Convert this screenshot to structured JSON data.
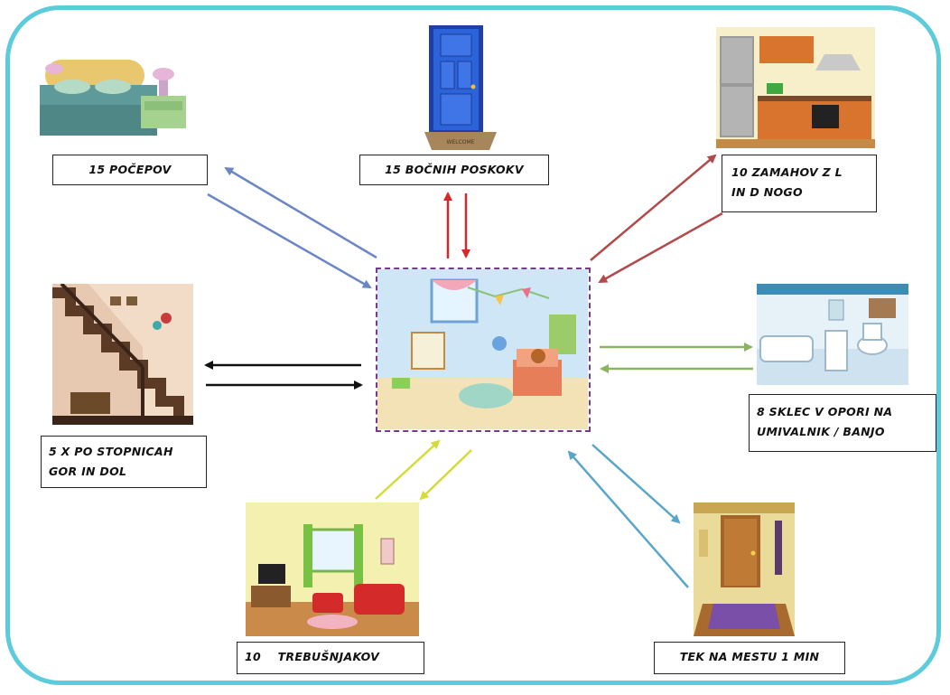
{
  "center": {
    "name": "kids-room"
  },
  "rooms": [
    {
      "id": "bedroom",
      "label": "15 POČEPOV",
      "arrow_color": "#6b86c4"
    },
    {
      "id": "door",
      "label": "15 BOČNIH POSKOKV",
      "arrow_color": "#d62828",
      "mat_text": "WELCOME"
    },
    {
      "id": "kitchen",
      "label": "10 ZAMAHOV Z L\nIN D NOGO",
      "arrow_color": "#b24a4a"
    },
    {
      "id": "bathroom",
      "label": "8 SKLEC V OPORI NA\nUMIVALNIK / BANJO",
      "arrow_color": "#8cb264"
    },
    {
      "id": "hallway",
      "label": "TEK NA MESTU 1 MIN",
      "arrow_color": "#5aa6c8"
    },
    {
      "id": "livingroom",
      "label": "10    TREBUŠNJAKOV",
      "arrow_color": "#d4dc3c"
    },
    {
      "id": "staircase",
      "label": "5 X PO STOPNICAH\nGOR IN DOL",
      "arrow_color": "#111111"
    }
  ],
  "colors": {
    "frame": "#5ccbdc",
    "center_border": "#7a3a8c"
  }
}
